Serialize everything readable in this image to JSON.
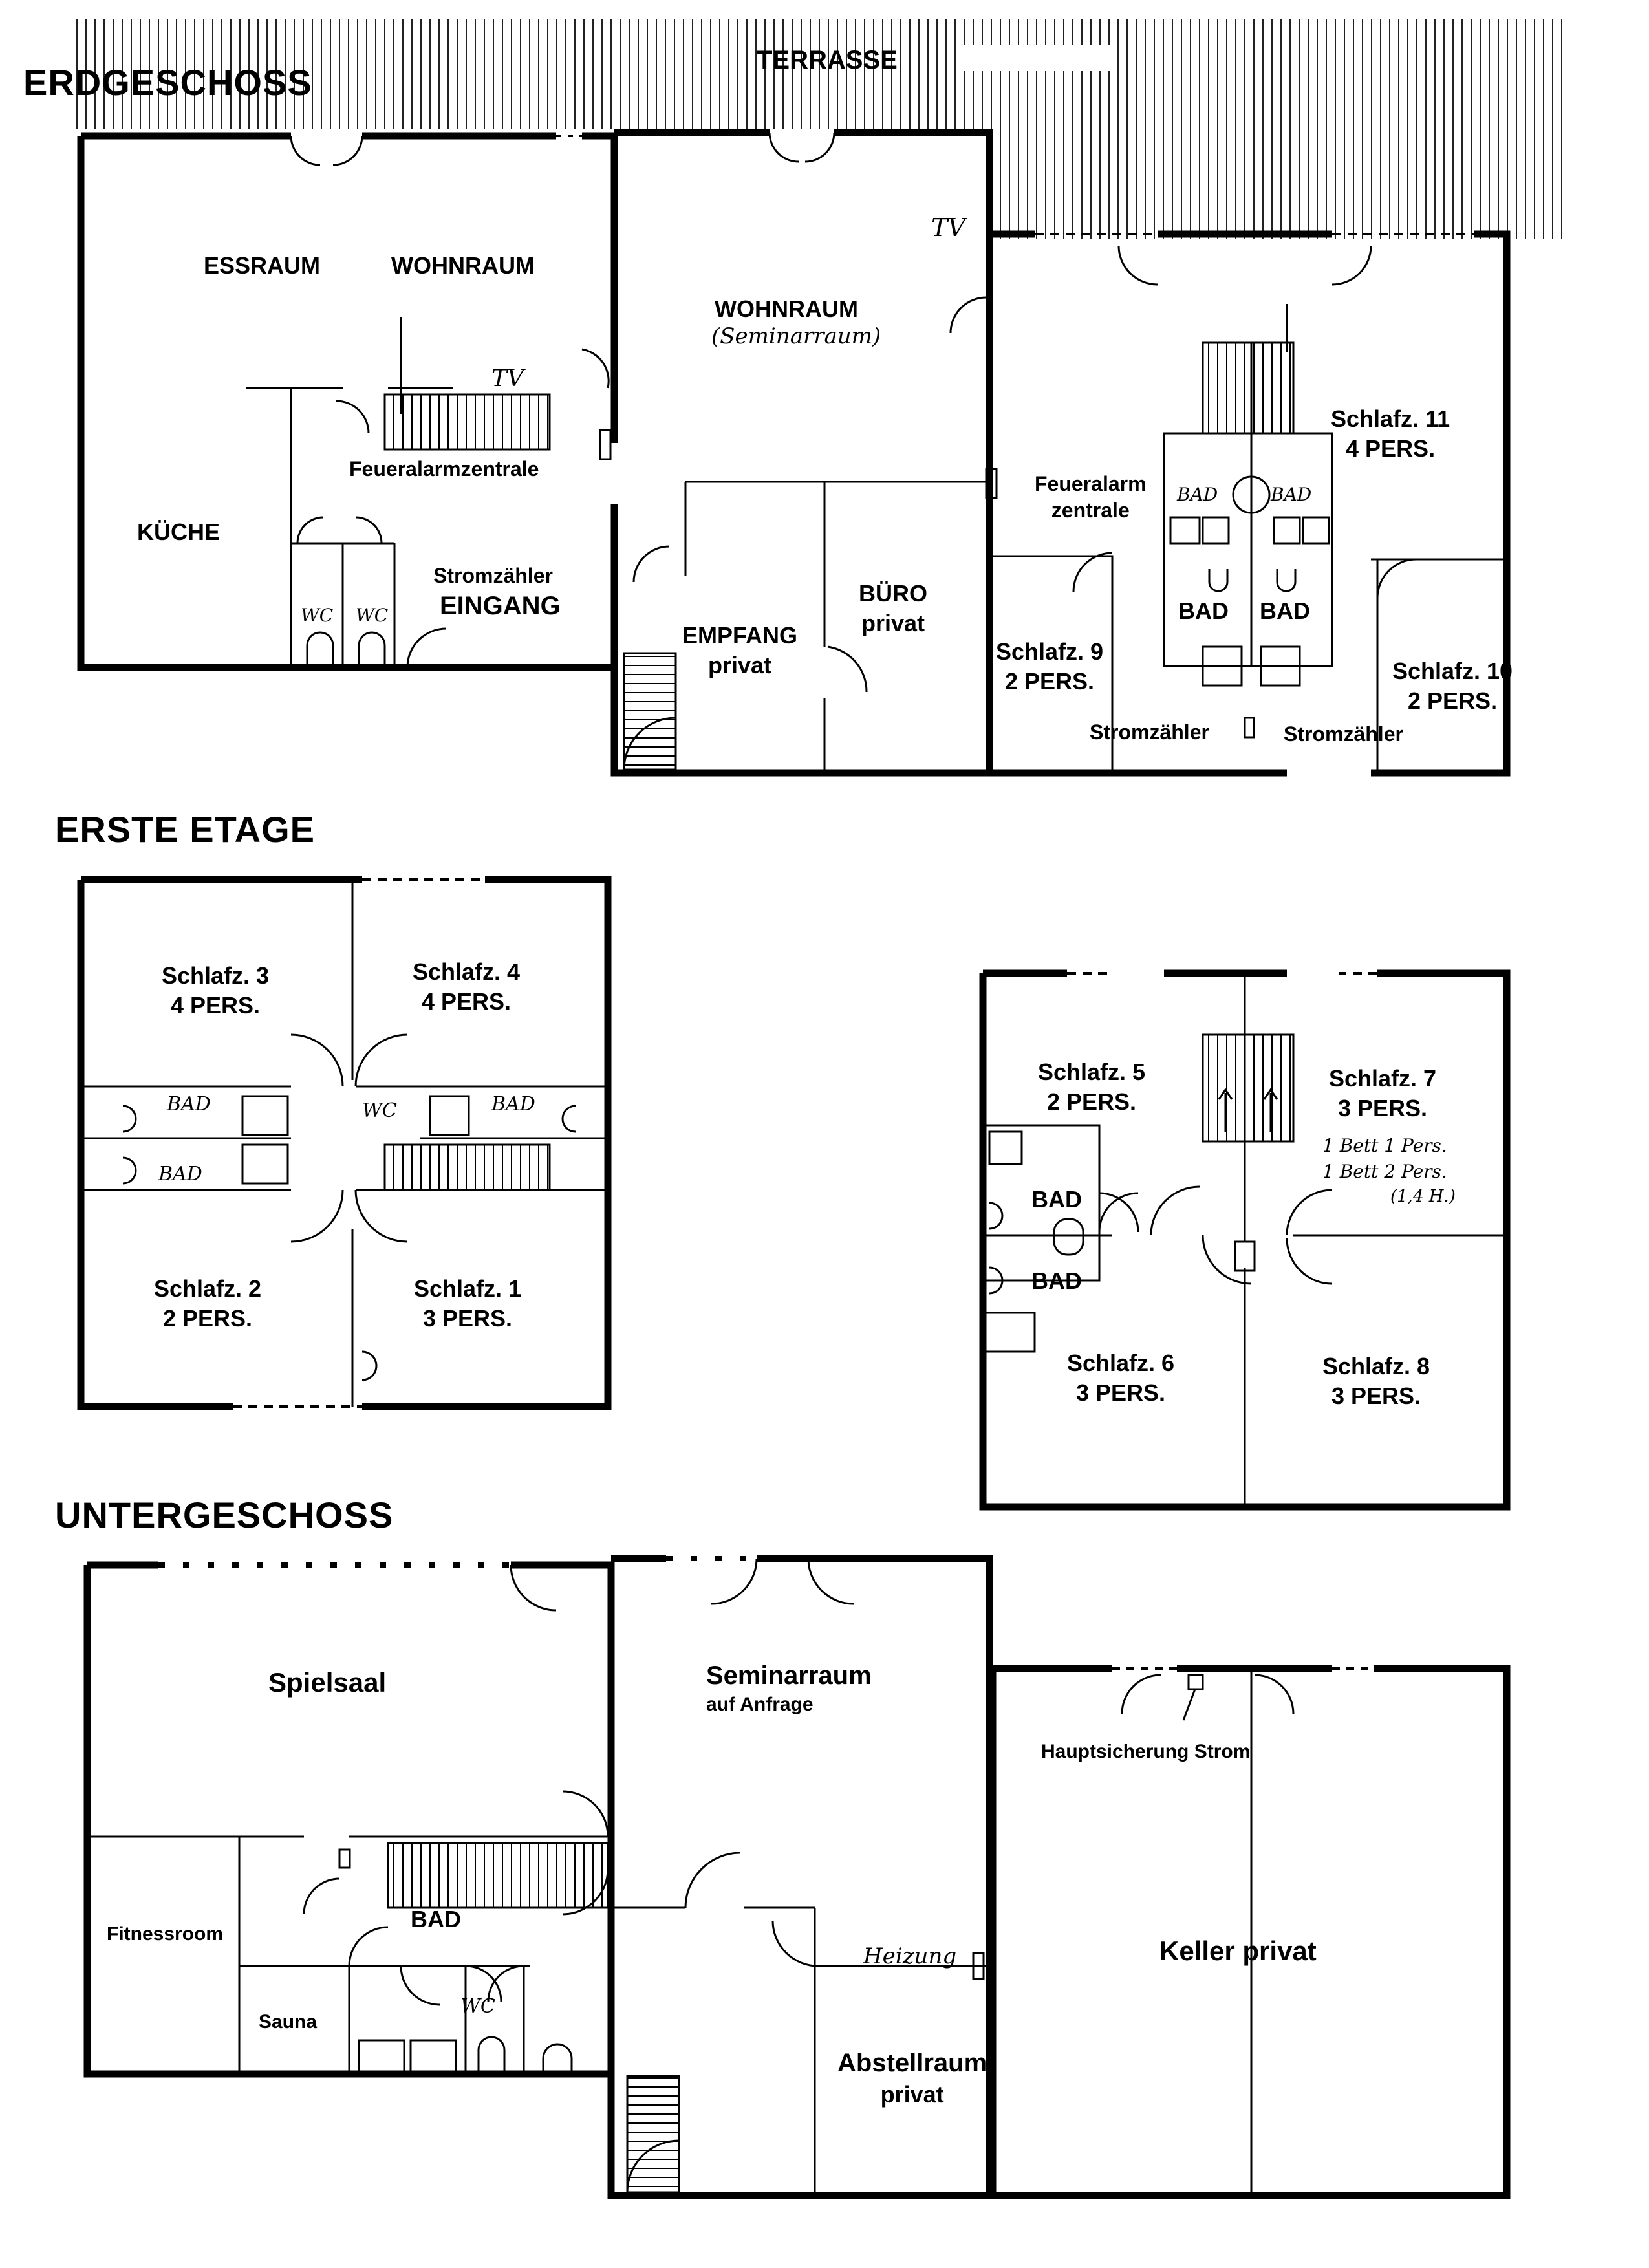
{
  "floors": {
    "ground": {
      "heading": "ERDGESCHOSS",
      "rooms": {
        "terrasse": "TERRASSE",
        "essraum": "ESSRAUM",
        "wohnraum_left": "WOHNRAUM",
        "kueche": "KÜCHE",
        "eingang": "EINGANG",
        "wohnraum_mid": "WOHNRAUM",
        "empfang": {
          "l1": "EMPFANG",
          "l2": "privat"
        },
        "buero": {
          "l1": "BÜRO",
          "l2": "privat"
        },
        "schlafz9": {
          "l1": "Schlafz. 9",
          "l2": "2 PERS."
        },
        "schlafz10": {
          "l1": "Schlafz. 10",
          "l2": "2 PERS."
        },
        "schlafz11": {
          "l1": "Schlafz. 11",
          "l2": "4 PERS."
        },
        "bad_a": "BAD",
        "bad_b": "BAD"
      },
      "labels": {
        "feuer_left": "Feueralarmzentrale",
        "feuer_right": {
          "l1": "Feueralarm",
          "l2": "zentrale"
        },
        "strom_left": "Stromzähler",
        "strom_right_a": "Stromzähler",
        "strom_right_b": "Stromzähler"
      },
      "handwritten": {
        "seminarraum_note": "(Seminarraum)",
        "tv_a": "TV",
        "tv_b": "TV",
        "wc_a": "WC",
        "wc_b": "WC",
        "bad_small_a": "BAD",
        "bad_small_b": "BAD"
      }
    },
    "first": {
      "heading": "ERSTE ETAGE",
      "rooms": {
        "schlafz1": {
          "l1": "Schlafz. 1",
          "l2": "3 PERS."
        },
        "schlafz2": {
          "l1": "Schlafz. 2",
          "l2": "2 PERS."
        },
        "schlafz3": {
          "l1": "Schlafz. 3",
          "l2": "4 PERS."
        },
        "schlafz4": {
          "l1": "Schlafz. 4",
          "l2": "4 PERS."
        },
        "schlafz5": {
          "l1": "Schlafz. 5",
          "l2": "2 PERS."
        },
        "schlafz6": {
          "l1": "Schlafz. 6",
          "l2": "3 PERS."
        },
        "schlafz7": {
          "l1": "Schlafz. 7",
          "l2": "3 PERS."
        },
        "schlafz8": {
          "l1": "Schlafz. 8",
          "l2": "3 PERS."
        },
        "bad_a": "BAD",
        "bad_b": "BAD"
      },
      "handwritten": {
        "bad_a": "BAD",
        "bad_b": "BAD",
        "bad_c": "BAD",
        "wc": "WC",
        "bett_1": "1 Bett 1 Pers.",
        "bett_2": "1 Bett 2 Pers.",
        "bett_note": "(1,4 H.)"
      }
    },
    "basement": {
      "heading": "UNTERGESCHOSS",
      "rooms": {
        "spielsaal": "Spielsaal",
        "seminarraum": {
          "l1": "Seminarraum",
          "l2": "auf Anfrage"
        },
        "hauptsicherung": "Hauptsicherung Strom",
        "fitnessroom": "Fitnessroom",
        "bad": "BAD",
        "sauna": "Sauna",
        "keller": "Keller privat",
        "abstellraum": {
          "l1": "Abstellraum",
          "l2": "privat"
        }
      },
      "handwritten": {
        "heizung": "Heizung",
        "wc": "WC"
      }
    }
  }
}
